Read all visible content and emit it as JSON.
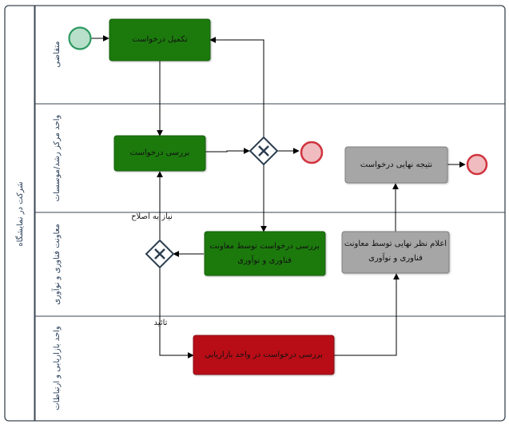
{
  "pool": {
    "label": "شرکت در نمایشگاه",
    "lanes": [
      {
        "id": "applicant",
        "label": "متقاضی"
      },
      {
        "id": "growth",
        "label": "واحد مرکز رشد/موسسات"
      },
      {
        "id": "tech",
        "label": "معاونت فناوری و نوآوری"
      },
      {
        "id": "marketing",
        "label": "واحد بازاریابی و ارتباطات"
      }
    ]
  },
  "events": {
    "start": {
      "label": "",
      "type": "start"
    },
    "end_reject": {
      "label": "",
      "type": "end"
    },
    "end_final": {
      "label": "",
      "type": "end"
    }
  },
  "tasks": {
    "complete_request": {
      "label": "تکمیل درخواست",
      "color": "#1a7a0e"
    },
    "review_request": {
      "label": "بررسی درخواست",
      "color": "#1a7a0e"
    },
    "review_by_tech_line1": "بررسی درخواست توسط معاونت",
    "review_by_tech_line2": "فناوری و نوآوری",
    "review_by_tech_color": "#1a7a0e",
    "final_result": {
      "label": "نتیجه نهایی درخواست",
      "color": "#a6a6a6"
    },
    "announce_line1": "اعلام نظر نهایی توسط معاونت",
    "announce_line2": "فناوری و نوآوری",
    "announce_color": "#a6a6a6",
    "marketing_review": {
      "label": "بررسی درخواست در واحد بازاریابی",
      "color": "#b80c18"
    }
  },
  "flows": {
    "needs_fix_label": "نیاز به اصلاح",
    "approved_label": "تائید"
  },
  "colors": {
    "start_fill": "#b7dfc9",
    "start_stroke": "#2e9a63",
    "end_fill": "#f0bcc0",
    "end_stroke": "#d0343f",
    "gateway_stroke": "#2c3e50",
    "lane_border": "#3a4652"
  }
}
